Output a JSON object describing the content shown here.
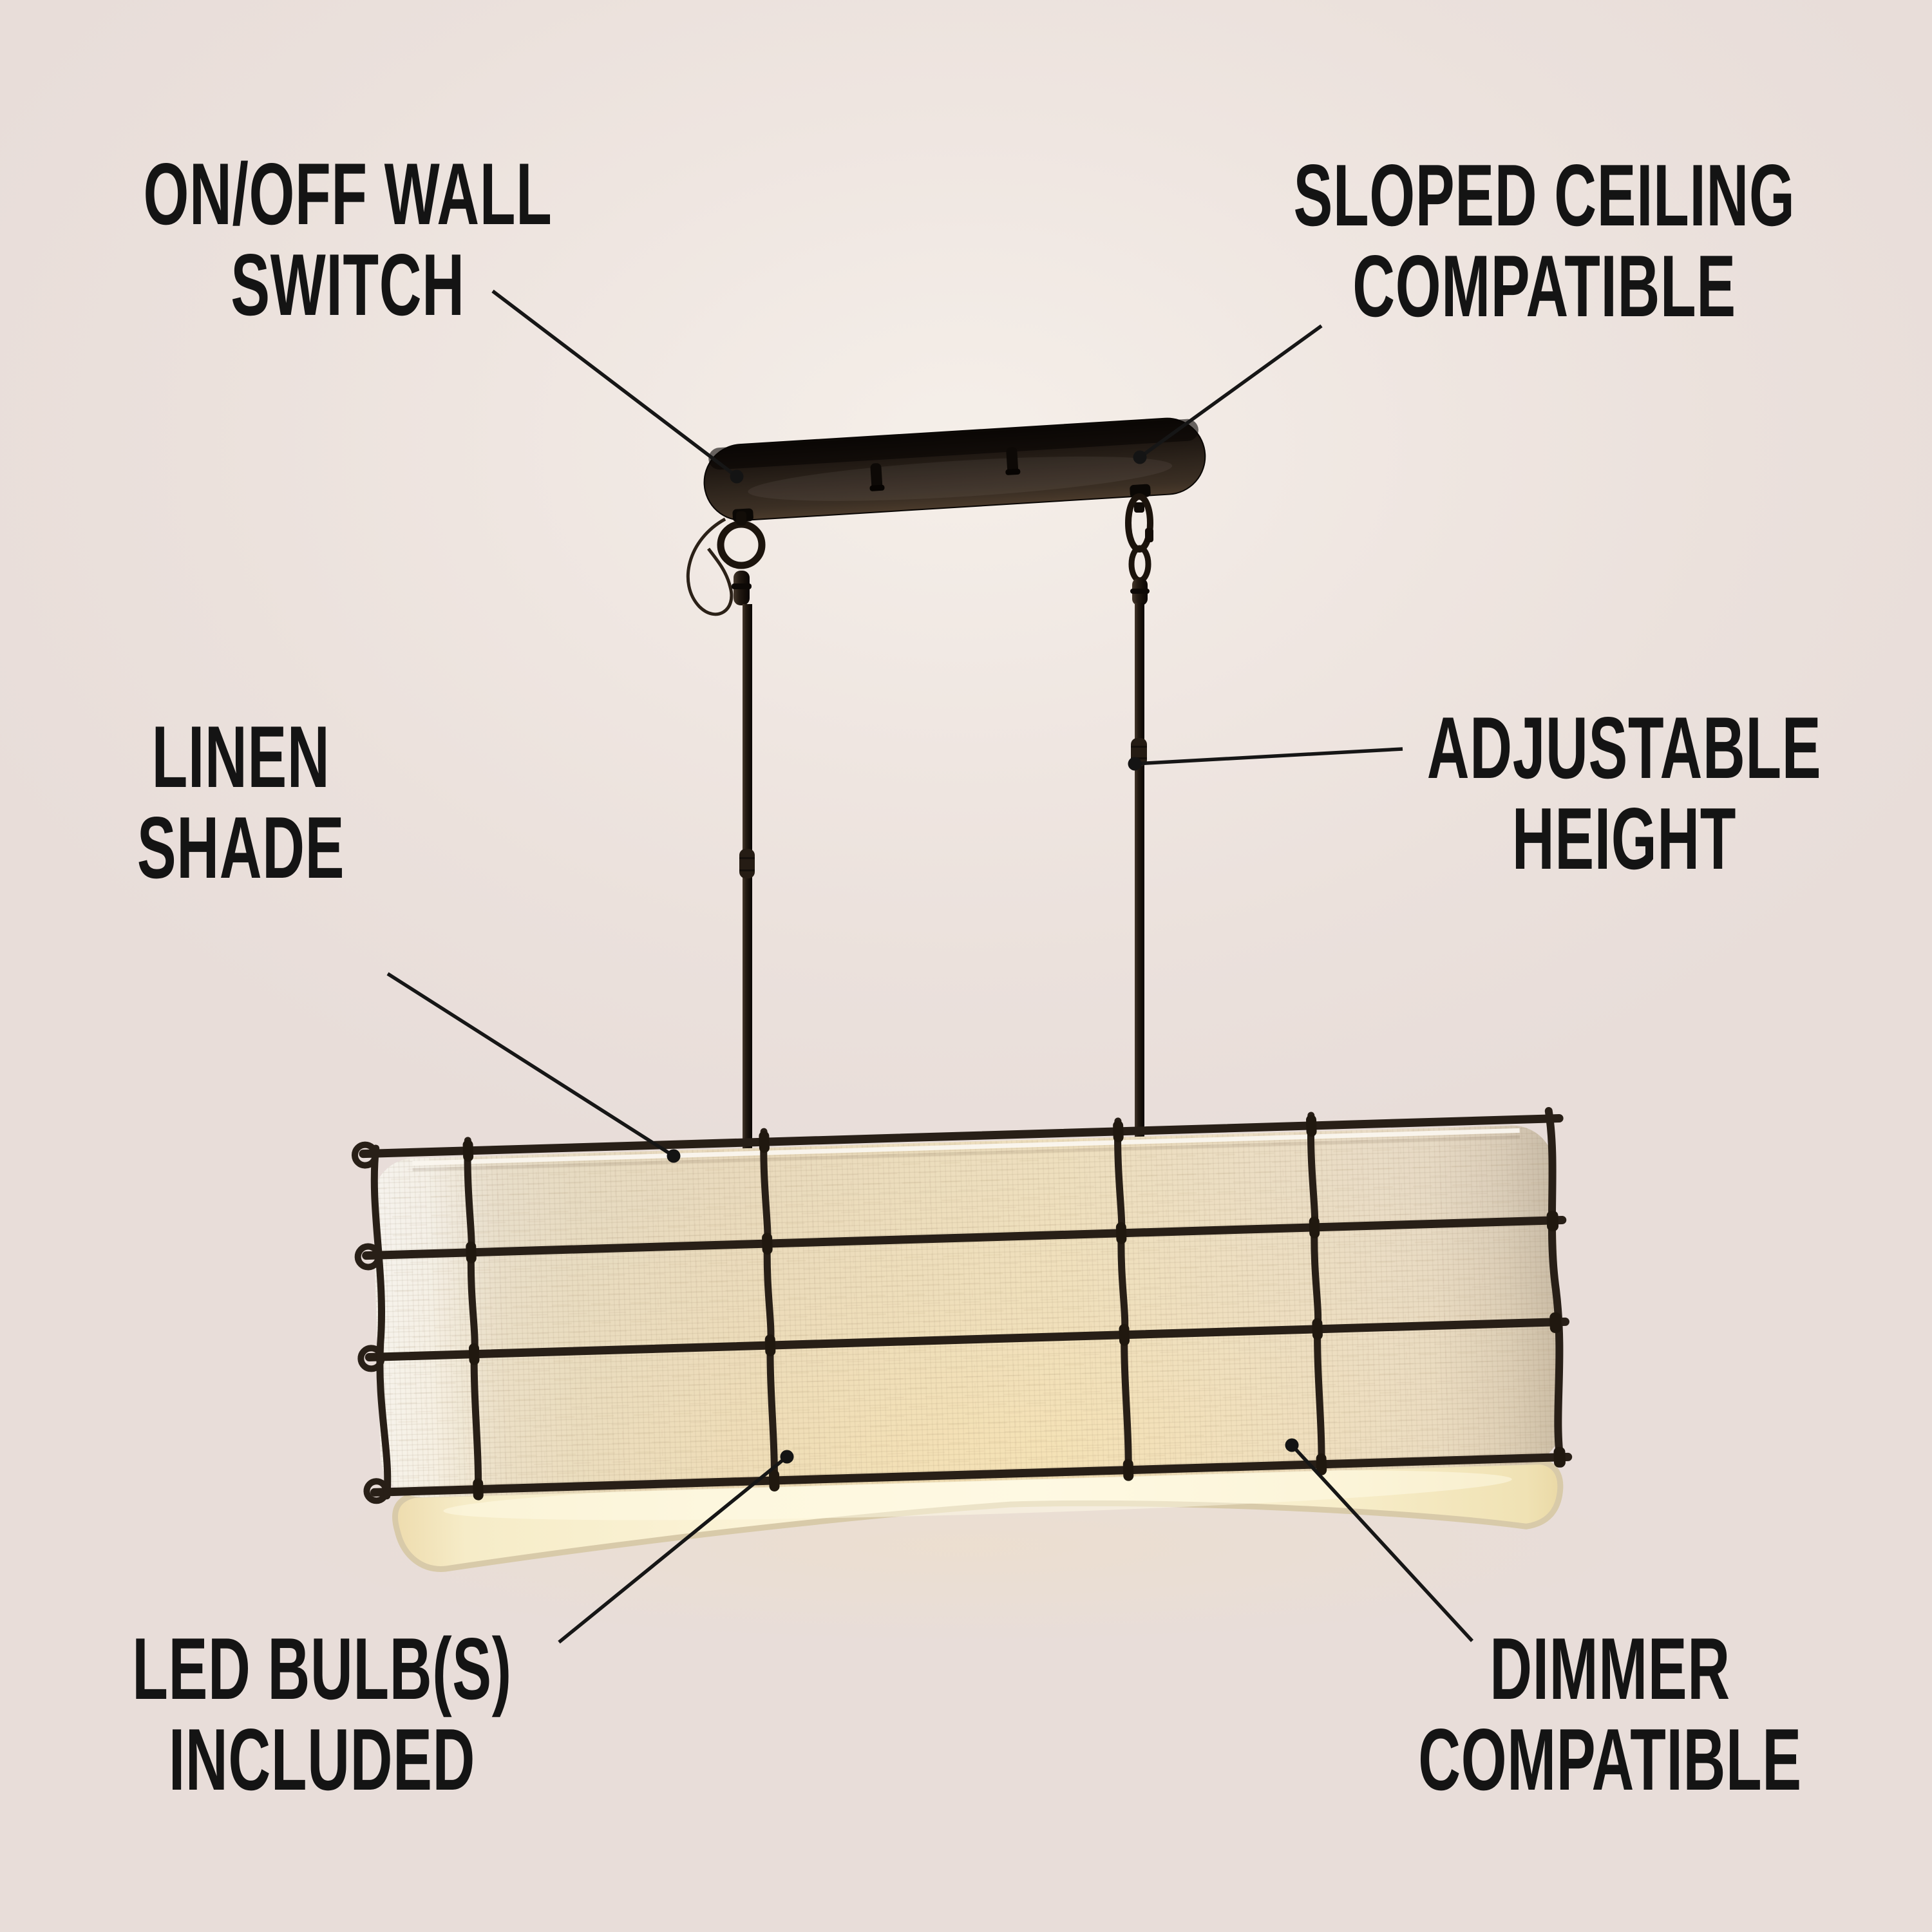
{
  "image_type": "product feature infographic",
  "product": "linear pendant light with caged linen shade",
  "background_color": "#ece3de",
  "colors": {
    "text": "#141414",
    "leader_line": "#161616",
    "metal_dark_bronze": "#241c15",
    "linen_shade": "#e9dcc2",
    "diffuser_glow": "#fbf3d6"
  },
  "labels": {
    "wall_switch": {
      "line1": "ON/OFF WALL",
      "line2": "SWITCH"
    },
    "sloped_ceiling": {
      "line1": "SLOPED CEILING",
      "line2": "COMPATIBLE"
    },
    "linen_shade": {
      "line1": "LINEN",
      "line2": "SHADE"
    },
    "adjustable_height": {
      "line1": "ADJUSTABLE",
      "line2": "HEIGHT"
    },
    "led_bulbs": {
      "line1": "LED BULB(S)",
      "line2": "INCLUDED"
    },
    "dimmer": {
      "line1": "DIMMER",
      "line2": "COMPATIBLE"
    }
  }
}
